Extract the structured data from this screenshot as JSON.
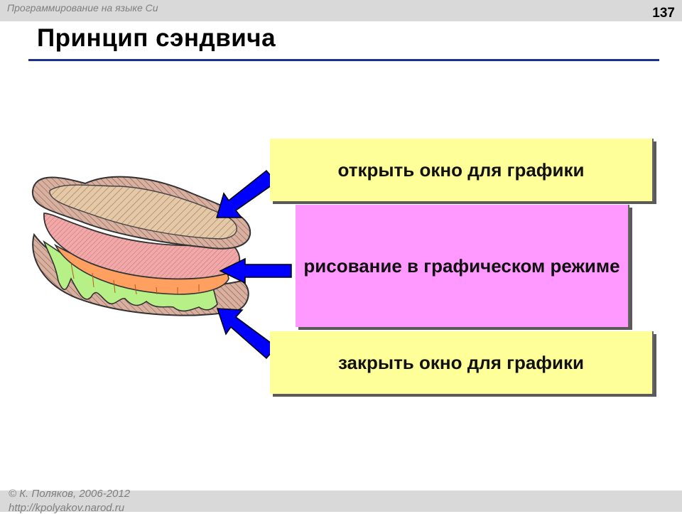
{
  "header": {
    "course": "Программирование на языке Си",
    "page_number": "137"
  },
  "slide": {
    "title": "Принцип сэндвича",
    "boxes": {
      "open": "открыть окно для графики",
      "draw": "рисование в графическом режиме",
      "close": "закрыть окно для графики"
    }
  },
  "footer": {
    "author": "© К. Поляков, 2006-2012",
    "url": "http://kpolyakov.narod.ru"
  },
  "colors": {
    "yellow_box": "#ffff99",
    "pink_box": "#ff99ff",
    "arrow": "#0000ff",
    "title_rule": "#1f2f8f"
  },
  "icons": [
    "sandwich-illustration",
    "arrow-icon"
  ]
}
